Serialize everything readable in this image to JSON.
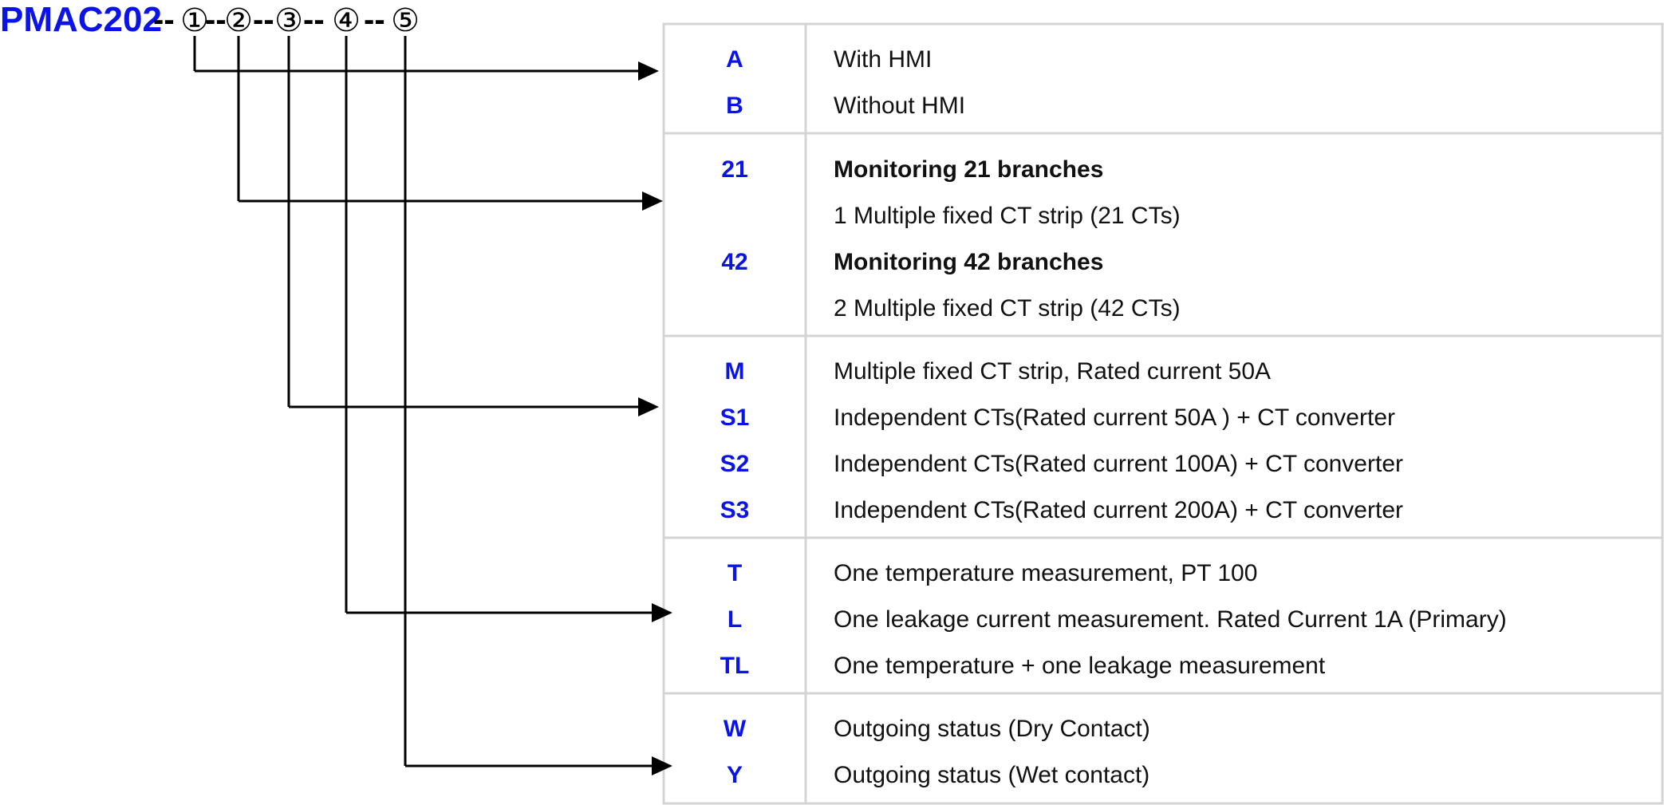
{
  "model": "PMAC202",
  "part_string": [
    {
      "sep": "--",
      "slot": "①"
    },
    {
      "sep": "--",
      "slot": "②"
    },
    {
      "sep": "--",
      "slot": "③"
    },
    {
      "sep": "-- ",
      "slot": "④"
    },
    {
      "sep": "-- ",
      "slot": "⑤"
    }
  ],
  "groups": [
    {
      "rows": [
        {
          "code": "A",
          "desc": "With HMI",
          "bold": false
        },
        {
          "code": "B",
          "desc": "Without HMI",
          "bold": false
        }
      ]
    },
    {
      "rows": [
        {
          "code": "21",
          "desc": "Monitoring 21 branches",
          "bold": true
        },
        {
          "code": "",
          "desc": "1 Multiple fixed CT strip (21 CTs)",
          "bold": false
        },
        {
          "code": "42",
          "desc": "Monitoring 42 branches",
          "bold": true
        },
        {
          "code": "",
          "desc": "2 Multiple fixed CT strip (42 CTs)",
          "bold": false
        }
      ]
    },
    {
      "rows": [
        {
          "code": "M",
          "desc": "Multiple fixed CT strip, Rated current 50A",
          "bold": false
        },
        {
          "code": "S1",
          "desc": "Independent CTs(Rated current 50A ) + CT converter",
          "bold": false
        },
        {
          "code": "S2",
          "desc": "Independent CTs(Rated current 100A) + CT converter",
          "bold": false
        },
        {
          "code": "S3",
          "desc": "Independent CTs(Rated current 200A)  + CT converter",
          "bold": false
        }
      ]
    },
    {
      "rows": [
        {
          "code": "T",
          "desc": "One temperature measurement, PT 100",
          "bold": false
        },
        {
          "code": "L",
          "desc": "One leakage current measurement. Rated Current 1A (Primary)",
          "bold": false
        },
        {
          "code": "TL",
          "desc": "One temperature + one leakage measurement",
          "bold": false
        }
      ]
    },
    {
      "rows": [
        {
          "code": "W",
          "desc": "Outgoing status (Dry Contact)",
          "bold": false
        },
        {
          "code": "Y",
          "desc": "Outgoing status (Wet contact)",
          "bold": false
        }
      ]
    }
  ],
  "colors": {
    "code": "#0a14e6",
    "model": "#0a14e6",
    "border": "#d4d4d4",
    "line": "#000000"
  }
}
